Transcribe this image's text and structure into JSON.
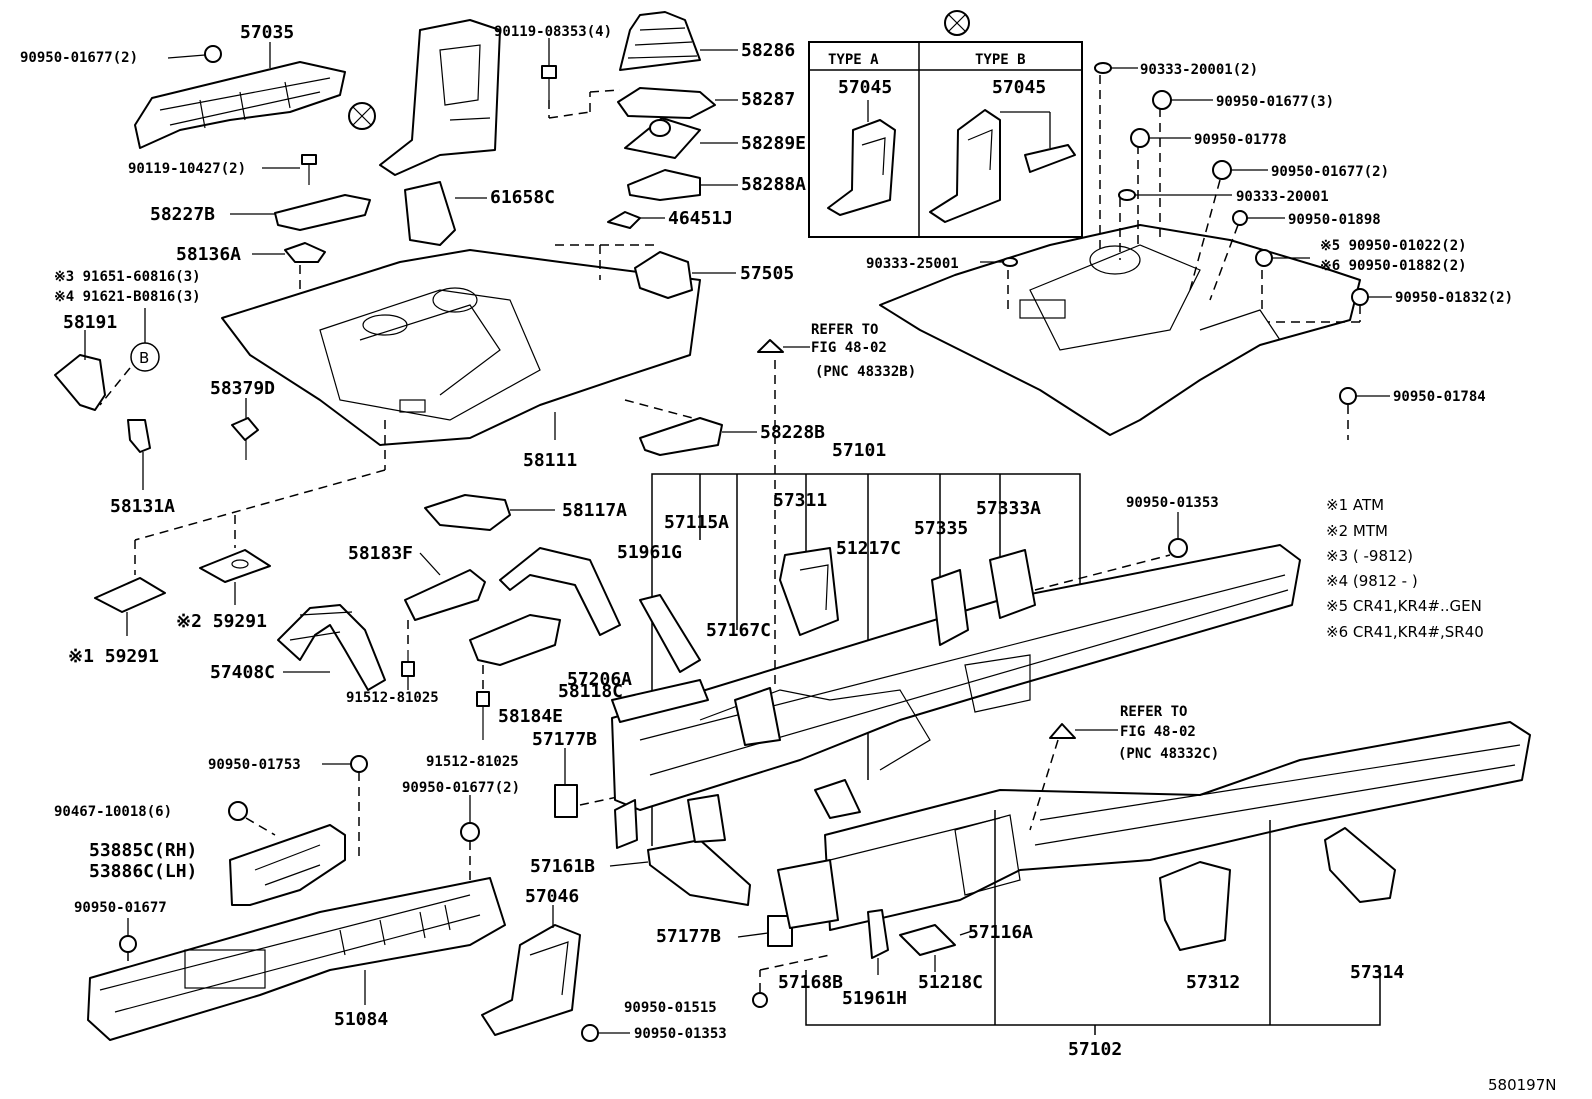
{
  "diagram_id": "580197N",
  "inset": {
    "type_a": "TYPE  A",
    "type_b": "TYPE  B",
    "part_a": "57045",
    "part_b": "57045"
  },
  "refer_left": {
    "line1": "REFER TO",
    "line2": "FIG 48-02",
    "line3": "(PNC 48332B)"
  },
  "refer_right": {
    "line1": "REFER TO",
    "line2": "FIG 48-02",
    "line3": "(PNC 48332C)"
  },
  "circle_b": "B",
  "notes": [
    "※1 ATM",
    "※2 MTM",
    "※3 (        -9812)",
    "※4 (9812 -        )",
    "※5 CR41,KR4#..GEN",
    "※6 CR41,KR4#,SR40"
  ],
  "labels": {
    "p57035": "57035",
    "p90950_01677_2_a": "90950-01677(2)",
    "p90119_10427": "90119-10427(2)",
    "p58227B": "58227B",
    "p58136A": "58136A",
    "p91651": "※3 91651-60816(3)",
    "p91621": "※4 91621-B0816(3)",
    "p58191": "58191",
    "p58379D": "58379D",
    "p58131A": "58131A",
    "p59291_1": "※1 59291",
    "p59291_2": "※2 59291",
    "p57408C": "57408C",
    "p91512_a": "91512-81025",
    "p91512_b": "91512-81025",
    "p58183F": "58183F",
    "p58117A": "58117A",
    "p58184E": "58184E",
    "p58118C": "58118C",
    "p57206A": "57206A",
    "p57177B_a": "57177B",
    "p90950_01753": "90950-01753",
    "p90950_01677_2_b": "90950-01677(2)",
    "p90467": "90467-10018(6)",
    "p53885C": "53885C(RH)",
    "p53886C": "53886C(LH)",
    "p90950_01677_c": "90950-01677",
    "p51084": "51084",
    "p57046": "57046",
    "p90950_01515": "90950-01515",
    "p90950_01353_b": "90950-01353",
    "p57161B": "57161B",
    "p57177B_b": "57177B",
    "p57168B": "57168B",
    "p51961H": "51961H",
    "p51218C": "51218C",
    "p57116A": "57116A",
    "p57102": "57102",
    "p57312": "57312",
    "p57314": "57314",
    "p61658C": "61658C",
    "p58111": "58111",
    "p58228B": "58228B",
    "p57505": "57505",
    "p46451J": "46451J",
    "p90119_08353": "90119-08353(4)",
    "p58286": "58286",
    "p58287": "58287",
    "p58289E": "58289E",
    "p58288A": "58288A",
    "p57101": "57101",
    "p57115A": "57115A",
    "p57311": "57311",
    "p51961G": "51961G",
    "p51217C": "51217C",
    "p57335": "57335",
    "p57333A": "57333A",
    "p57167C": "57167C",
    "p90950_01353_a": "90950-01353",
    "p90333_20001_2": "90333-20001(2)",
    "p90950_01677_3": "90950-01677(3)",
    "p90950_01778": "90950-01778",
    "p90950_01677_2_c": "90950-01677(2)",
    "p90333_20001": "90333-20001",
    "p90950_01898": "90950-01898",
    "p90950_01022": "※5 90950-01022(2)",
    "p90950_01882": "※6 90950-01882(2)",
    "p90333_25001": "90333-25001",
    "p90950_01832": "90950-01832(2)",
    "p90950_01784": "90950-01784"
  }
}
